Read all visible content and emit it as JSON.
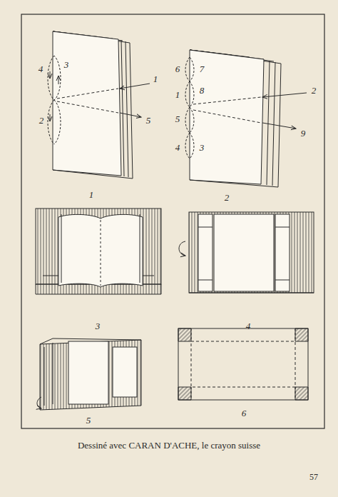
{
  "diagram": {
    "caption": "Dessiné avec CARAN D'ACHE, le crayon suisse",
    "labels": [
      "4",
      "3",
      "1",
      "2",
      "5",
      "1",
      "6",
      "7",
      "1",
      "8",
      "5",
      "2",
      "9",
      "4",
      "3",
      "2",
      "3",
      "4",
      "5",
      "6",
      "57"
    ]
  }
}
